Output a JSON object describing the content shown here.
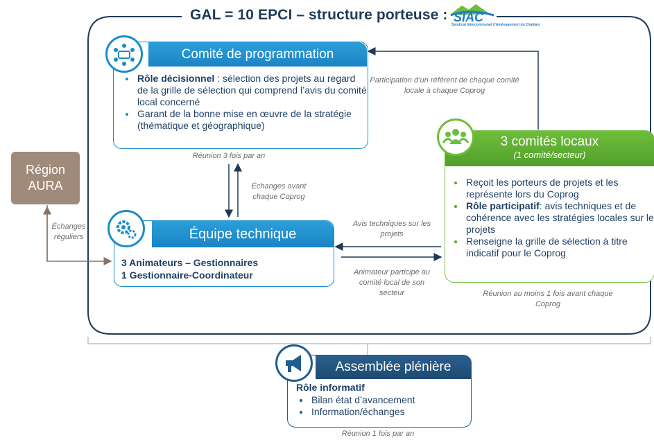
{
  "title": "GAL = 10 EPCI – structure porteuse :",
  "logo": {
    "brand": "SIAC",
    "tagline": "Syndicat Intercommunal d'Aménagement du",
    "region": "Chablais"
  },
  "comite_programmation": {
    "title": "Comité de programmation",
    "items": [
      {
        "bold": "Rôle décisionnel",
        "text": " : sélection des projets au regard de la grille de sélection qui comprend l’avis du comité local concerné"
      },
      {
        "bold": "",
        "text": "Garant de la bonne mise en œuvre de la stratégie (thématique et géographique)"
      }
    ],
    "note": "Réunion 3 fois par an"
  },
  "equipe_technique": {
    "title": "Équipe technique",
    "line1": "3 Animateurs – Gestionnaires",
    "line2": "1 Gestionnaire-Coordinateur"
  },
  "comites_locaux": {
    "title": "3 comités locaux",
    "subtitle": "(1 comité/secteur)",
    "items": [
      {
        "bold": "",
        "text": "Reçoit les porteurs de projets et les représente lors du Coprog"
      },
      {
        "bold": "Rôle participatif",
        "text": ": avis techniques et de cohérence avec les stratégies locales sur les projets"
      },
      {
        "bold": "",
        "text": "Renseigne la grille de sélection à titre indicatif pour le Coprog"
      }
    ],
    "note": "Réunion au moins 1 fois avant chaque Coprog"
  },
  "region": {
    "line1": "Région",
    "line2": "AURA"
  },
  "assemblee": {
    "title": "Assemblée plénière",
    "role": "Rôle informatif",
    "items": [
      "Bilan état d’avancement",
      "Information/échanges"
    ],
    "note": "Réunion 1 fois par an"
  },
  "annotations": {
    "participation": "Participation d’un référent de chaque comité locale à chaque Coprog",
    "echanges_coprog": "Échanges avant chaque Coprog",
    "echanges_reguliers": "Échanges réguliers",
    "avis_techniques": "Avis techniques sur les projets",
    "animateur": "Animateur participe au comité local de son secteur"
  },
  "colors": {
    "blue": "#1a8ccc",
    "green": "#6ebd3c",
    "navy": "#1f5e8e",
    "region": "#a08b7b"
  },
  "icons": [
    "meeting-icon",
    "gears-icon",
    "group-icon",
    "megaphone-icon"
  ]
}
